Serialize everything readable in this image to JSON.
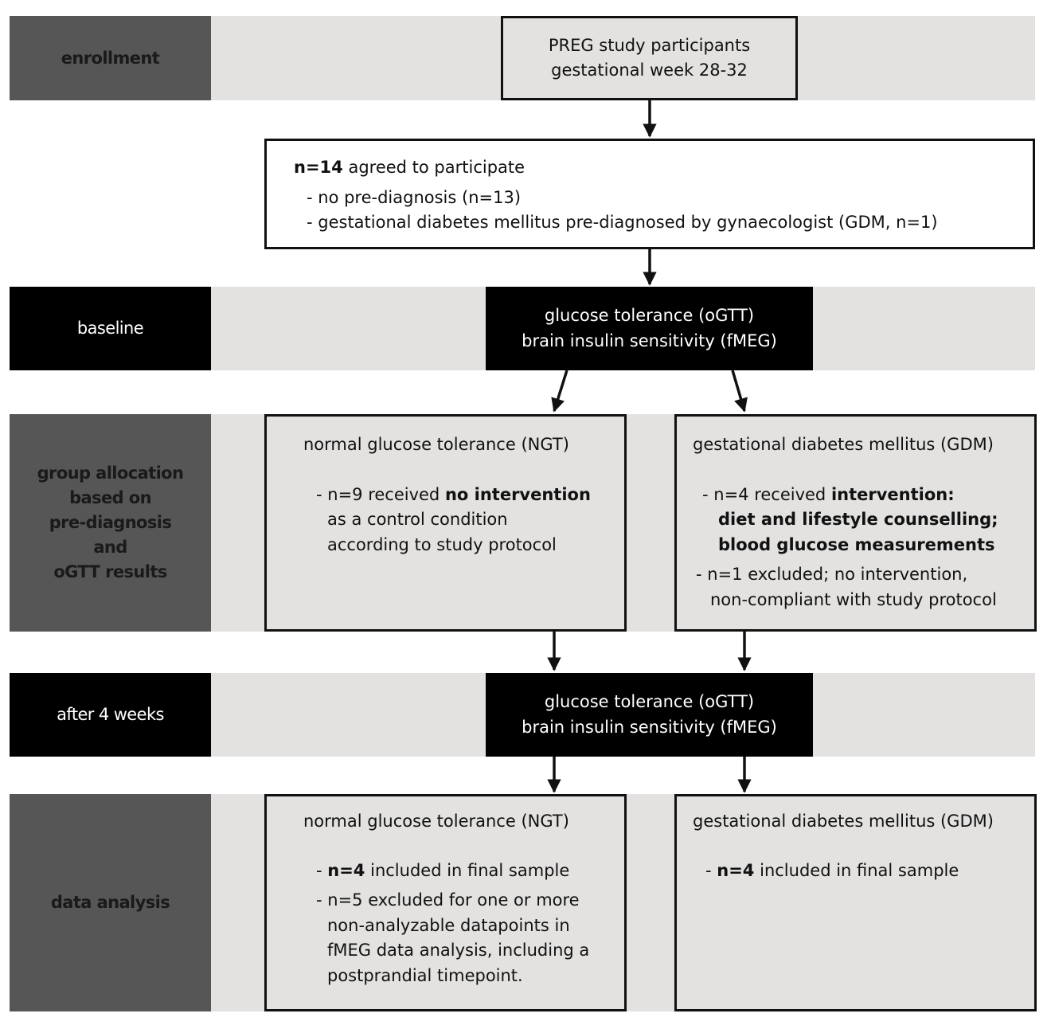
{
  "stages": {
    "enrollment": "enrollment",
    "baseline": "baseline",
    "group_allocation": [
      "group allocation",
      "based on",
      "pre-diagnosis",
      "and",
      "oGTT results"
    ],
    "after_4_weeks": "after 4 weeks",
    "data_analysis": "data analysis"
  },
  "enrollment_box": {
    "line1": "PREG study participants",
    "line2": "gestational week 28-32"
  },
  "participation_box": {
    "count_bold": "n=14",
    "count_rest": " agreed to participate",
    "item1": "-  no pre-diagnosis (n=13)",
    "item2": "-  gestational diabetes mellitus pre-diagnosed by gynaecologist (GDM, n=1)"
  },
  "baseline_box": {
    "line1": "glucose tolerance (oGTT)",
    "line2": "brain insulin sensitivity (fMEG)"
  },
  "ngt_group": {
    "title": "normal glucose tolerance (NGT)",
    "item_prefix": "-  n=9 received ",
    "item_bold": "no intervention",
    "cont1": "as a control condition",
    "cont2": "according to study protocol"
  },
  "gdm_group": {
    "title": "gestational diabetes mellitus (GDM)",
    "item1_prefix": "-  n=4 received ",
    "item1_bold": "intervention:",
    "item1_bold2": "diet and lifestyle counselling;",
    "item1_bold3": "blood glucose measurements",
    "item2": "-  n=1 excluded; no intervention,",
    "item2_cont": "non-compliant with study protocol"
  },
  "followup_box": {
    "line1": "glucose tolerance (oGTT)",
    "line2": "brain insulin sensitivity (fMEG)"
  },
  "ngt_final": {
    "title": "normal glucose tolerance (NGT)",
    "item1_prefix": "-  ",
    "item1_bold": "n=4",
    "item1_rest": " included in final sample",
    "item2": "-  n=5 excluded for one or more",
    "item2_c1": "non-analyzable datapoints in",
    "item2_c2": "fMEG data analysis, including a",
    "item2_c3": "postprandial timepoint."
  },
  "gdm_final": {
    "title": "gestational diabetes mellitus (GDM)",
    "item1_prefix": "-  ",
    "item1_bold": "n=4",
    "item1_rest": " included in final sample"
  },
  "colors": {
    "band": "#e3e2e1",
    "stage_dark": "#575656",
    "stage_black": "#000000",
    "border": "#111111"
  }
}
